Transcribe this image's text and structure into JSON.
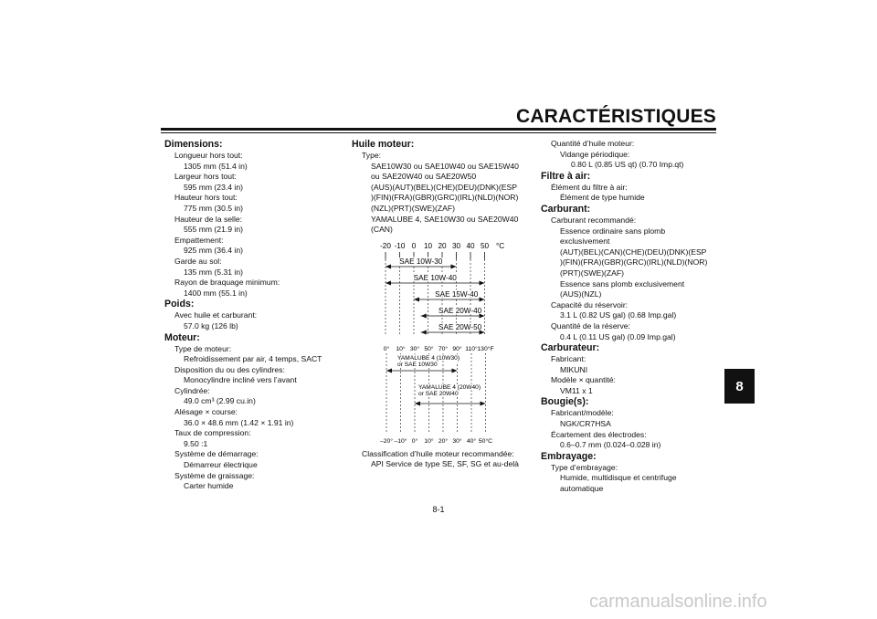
{
  "page": {
    "title": "CARACTÉRISTIQUES",
    "chapter_tab": "8",
    "page_number": "8-1",
    "watermark": "carmanualsonline.info"
  },
  "col1": [
    {
      "t": "Dimensions:",
      "s": "h"
    },
    {
      "t": "Longueur hors tout:",
      "s": "l1"
    },
    {
      "t": "1305 mm (51.4 in)",
      "s": "l2"
    },
    {
      "t": "Largeur hors tout:",
      "s": "l1"
    },
    {
      "t": "595 mm (23.4 in)",
      "s": "l2"
    },
    {
      "t": "Hauteur hors tout:",
      "s": "l1"
    },
    {
      "t": "775 mm (30.5 in)",
      "s": "l2"
    },
    {
      "t": "Hauteur de la selle:",
      "s": "l1"
    },
    {
      "t": "555 mm (21.9 in)",
      "s": "l2"
    },
    {
      "t": "Empattement:",
      "s": "l1"
    },
    {
      "t": "925 mm (36.4 in)",
      "s": "l2"
    },
    {
      "t": "Garde au sol:",
      "s": "l1"
    },
    {
      "t": "135 mm (5.31 in)",
      "s": "l2"
    },
    {
      "t": "Rayon de braquage minimum:",
      "s": "l1"
    },
    {
      "t": "1400 mm (55.1 in)",
      "s": "l2"
    },
    {
      "t": "Poids:",
      "s": "h"
    },
    {
      "t": "Avec huile et carburant:",
      "s": "l1"
    },
    {
      "t": "57.0 kg (126 lb)",
      "s": "l2"
    },
    {
      "t": "Moteur:",
      "s": "h"
    },
    {
      "t": "Type de moteur:",
      "s": "l1"
    },
    {
      "t": "Refroidissement par air, 4 temps, SACT",
      "s": "l2"
    },
    {
      "t": "Disposition du ou des cylindres:",
      "s": "l1"
    },
    {
      "t": "Monocylindre incliné vers l’avant",
      "s": "l2"
    },
    {
      "t": "Cylindrée:",
      "s": "l1"
    },
    {
      "t": "49.0 cm³ (2.99 cu.in)",
      "s": "l2"
    },
    {
      "t": "Alésage × course:",
      "s": "l1"
    },
    {
      "t": "36.0 × 48.6 mm (1.42 × 1.91 in)",
      "s": "l2"
    },
    {
      "t": "Taux de compression:",
      "s": "l1"
    },
    {
      "t": "9.50 :1",
      "s": "l2"
    },
    {
      "t": "Système de démarrage:",
      "s": "l1"
    },
    {
      "t": "Démarreur électrique",
      "s": "l2"
    },
    {
      "t": "Système de graissage:",
      "s": "l1"
    },
    {
      "t": "Carter humide",
      "s": "l2"
    }
  ],
  "col2_top": [
    {
      "t": "Huile moteur:",
      "s": "h"
    },
    {
      "t": "Type:",
      "s": "l1"
    },
    {
      "t": "SAE10W30 ou SAE10W40 ou SAE15W40",
      "s": "l2"
    },
    {
      "t": "ou SAE20W40 ou SAE20W50",
      "s": "l2"
    },
    {
      "t": "(AUS)(AUT)(BEL)(CHE)(DEU)(DNK)(ESP",
      "s": "l2"
    },
    {
      "t": ")(FIN)(FRA)(GBR)(GRC)(IRL)(NLD)(NOR)",
      "s": "l2"
    },
    {
      "t": "(NZL)(PRT)(SWE)(ZAF)",
      "s": "l2"
    },
    {
      "t": "YAMALUBE 4, SAE10W30 ou SAE20W40",
      "s": "l2"
    },
    {
      "t": "(CAN)",
      "s": "l2"
    }
  ],
  "col2_bottom": [
    {
      "t": "Classification d’huile moteur recommandée:",
      "s": "l1"
    },
    {
      "t": "API Service de type SE, SF, SG et au-delà",
      "s": "l2"
    }
  ],
  "col3": [
    {
      "t": "Quantité d’huile moteur:",
      "s": "l1"
    },
    {
      "t": "Vidange périodique:",
      "s": "l2"
    },
    {
      "t": "0.80 L (0.85 US qt) (0.70 Imp.qt)",
      "s": "l2x"
    },
    {
      "t": "Filtre à air:",
      "s": "h"
    },
    {
      "t": "Élément du filtre à air:",
      "s": "l1"
    },
    {
      "t": "Élément de type humide",
      "s": "l2"
    },
    {
      "t": "Carburant:",
      "s": "h"
    },
    {
      "t": "Carburant recommandé:",
      "s": "l1"
    },
    {
      "t": "Essence ordinaire sans plomb",
      "s": "l2"
    },
    {
      "t": "exclusivement",
      "s": "l2"
    },
    {
      "t": "(AUT)(BEL)(CAN)(CHE)(DEU)(DNK)(ESP",
      "s": "l2"
    },
    {
      "t": ")(FIN)(FRA)(GBR)(GRC)(IRL)(NLD)(NOR)",
      "s": "l2"
    },
    {
      "t": "(PRT)(SWE)(ZAF)",
      "s": "l2"
    },
    {
      "t": "Essence sans plomb exclusivement",
      "s": "l2"
    },
    {
      "t": "(AUS)(NZL)",
      "s": "l2"
    },
    {
      "t": "Capacité du réservoir:",
      "s": "l1"
    },
    {
      "t": "3.1 L (0.82 US gal) (0.68 Imp.gal)",
      "s": "l2"
    },
    {
      "t": "Quantité de la réserve:",
      "s": "l1"
    },
    {
      "t": "0.4 L (0.11 US gal) (0.09 Imp.gal)",
      "s": "l2"
    },
    {
      "t": "Carburateur:",
      "s": "h"
    },
    {
      "t": "Fabricant:",
      "s": "l1"
    },
    {
      "t": "MIKUNI",
      "s": "l2"
    },
    {
      "t": "Modèle × quantité:",
      "s": "l1"
    },
    {
      "t": "VM11 x 1",
      "s": "l2"
    },
    {
      "t": "Bougie(s):",
      "s": "h"
    },
    {
      "t": "Fabricant/modèle:",
      "s": "l1"
    },
    {
      "t": "NGK/CR7HSA",
      "s": "l2"
    },
    {
      "t": "Écartement des électrodes:",
      "s": "l1"
    },
    {
      "t": "0.6–0.7 mm (0.024–0.028 in)",
      "s": "l2"
    },
    {
      "t": "Embrayage:",
      "s": "h"
    },
    {
      "t": "Type d’embrayage:",
      "s": "l1"
    },
    {
      "t": "Humide, multidisque et centrifuge",
      "s": "l2"
    },
    {
      "t": "automatique",
      "s": "l2"
    }
  ],
  "chart_data": [
    {
      "type": "range",
      "x_unit": "°C",
      "ticks": [
        "-20",
        "-10",
        "0",
        "10",
        "20",
        "30",
        "40",
        "50"
      ],
      "unit_label": "°C",
      "series": [
        {
          "name": "SAE 10W-30",
          "range": [
            -20,
            30
          ]
        },
        {
          "name": "SAE 10W-40",
          "range": [
            -20,
            50
          ]
        },
        {
          "name": "SAE 15W-40",
          "range": [
            0,
            50
          ]
        },
        {
          "name": "SAE 20W-40",
          "range": [
            5,
            50
          ]
        },
        {
          "name": "SAE 20W-50",
          "range": [
            5,
            50
          ]
        }
      ]
    },
    {
      "type": "range",
      "x_unit": "°C",
      "ticks_top": [
        "0°",
        "10°",
        "30°",
        "50°",
        "70°",
        "90°",
        "110°",
        "130°F"
      ],
      "ticks_bottom": [
        "–20°",
        "–10°",
        "0°",
        "10°",
        "20°",
        "30°",
        "40°",
        "50°C"
      ],
      "series": [
        {
          "name": "YAMALUBE 4 (10W30) or SAE 10W30",
          "range": [
            -20,
            30
          ]
        },
        {
          "name": "YAMALUBE 4 (20W40) or SAE 20W40",
          "range": [
            0,
            50
          ]
        }
      ]
    }
  ]
}
